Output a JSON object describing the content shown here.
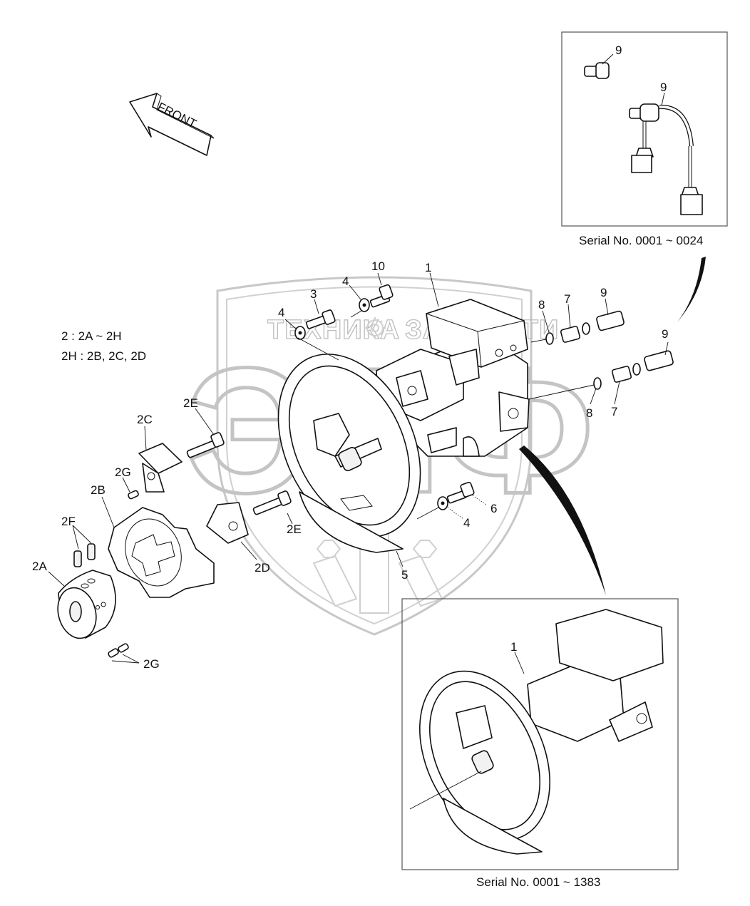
{
  "diagram": {
    "type": "exploded-parts-diagram",
    "subject": "Hydraulic pump assembly with coupling",
    "direction_marker": "FRONT",
    "notes": [
      "2 : 2A ~ 2H",
      "2H : 2B, 2C, 2D"
    ],
    "insets": [
      {
        "caption": "Serial No. 0001 ~ 0024",
        "callouts": [
          "9",
          "9"
        ]
      },
      {
        "caption": "Serial No. 0001 ~ 1383",
        "callouts": [
          "1"
        ]
      }
    ],
    "callouts": {
      "main_pump": "1",
      "bolt_top_left": "3",
      "washer_a": "4",
      "washer_b": "4",
      "washer_c": "4",
      "bolt_top": "10",
      "plate": "5",
      "bolt_bottom": "6",
      "oring_upper": "8",
      "oring_lower": "8",
      "adapter_upper": "7",
      "adapter_lower": "7",
      "sensor_upper": "9",
      "sensor_lower": "9",
      "coupling_hub": "2A",
      "flex_element": "2B",
      "claw_upper": "2C",
      "claw_lower": "2D",
      "screw_upper": "2E",
      "screw_lower": "2E",
      "set_screws_top": "2F",
      "set_screw_claw": "2G",
      "set_screws_hub": "2G"
    },
    "watermark": {
      "text_left": "ТЕХНИКА",
      "text_right": "ЗАПЧАСТИ",
      "monogram": "ЭПФ",
      "gear_icon": "gear-icon"
    }
  }
}
